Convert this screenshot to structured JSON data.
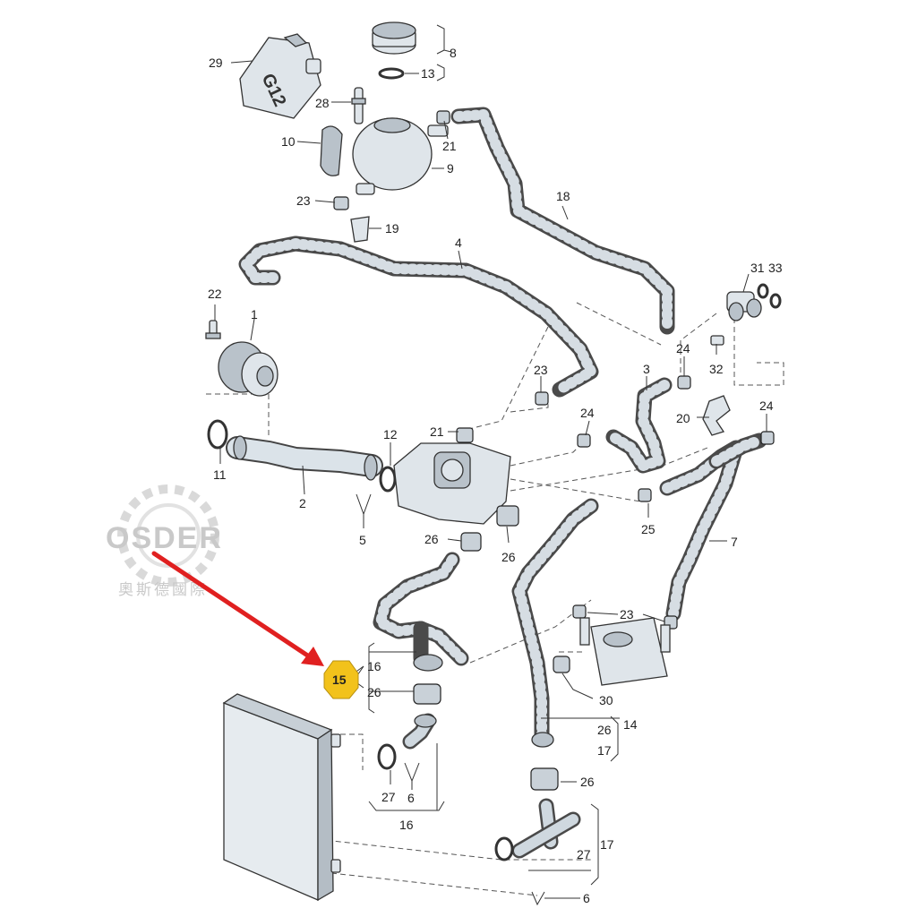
{
  "watermark": {
    "brand": "OSDER",
    "chinese": "奧斯德國際"
  },
  "callouts": {
    "n1": "1",
    "n2": "2",
    "n3": "3",
    "n4": "4",
    "n5": "5",
    "n6": "6",
    "n7": "7",
    "n8": "8",
    "n9": "9",
    "n10": "10",
    "n11": "11",
    "n12": "12",
    "n13": "13",
    "n14": "14",
    "n15": "15",
    "n16": "16",
    "n17": "17",
    "n18": "18",
    "n19": "19",
    "n20": "20",
    "n21": "21",
    "n22": "22",
    "n23": "23",
    "n24": "24",
    "n25": "25",
    "n26": "26",
    "n27": "27",
    "n28": "28",
    "n29": "29",
    "n30": "30",
    "n31": "31",
    "n32": "32",
    "n33": "33"
  },
  "cap_label": "G12",
  "highlight": {
    "part_number": "15",
    "badge_color": "#f2c21b",
    "arrow_color": "#e02020"
  }
}
